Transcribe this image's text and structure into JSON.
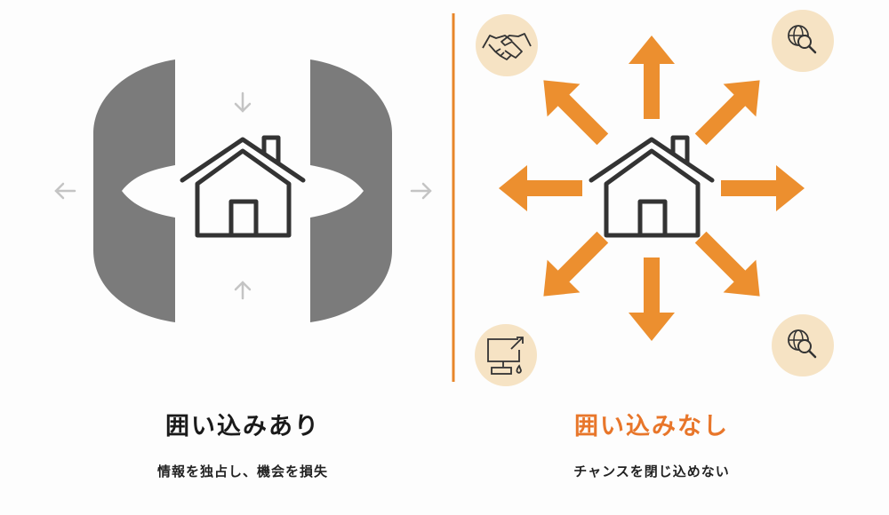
{
  "left": {
    "title": "囲い込みあり",
    "subtitle": "情報を独占し、機会を損失"
  },
  "right": {
    "title": "囲い込みなし",
    "subtitle": "チャンスを閉じ込めない",
    "icons": [
      "handshake-icon",
      "globe-search-icon",
      "computer-share-icon",
      "globe-search-icon"
    ]
  },
  "colors": {
    "wall": "#7b7b7b",
    "accent": "#ec8f2f",
    "title_accent": "#e8762a",
    "icon_bg": "#f6e3c4",
    "house": "#333333",
    "small_arrow": "#c4c4c4"
  }
}
